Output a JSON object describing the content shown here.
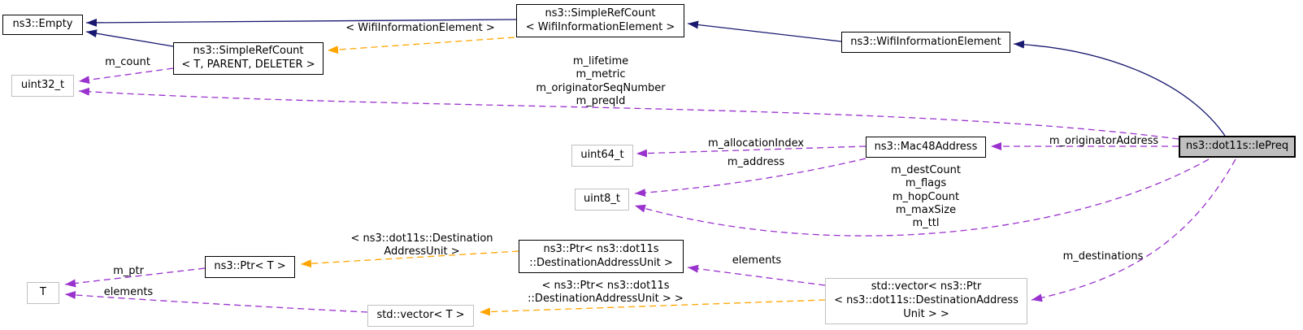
{
  "diagram": {
    "kind": "doxygen-collaboration-graph",
    "focus_node": "ns3::dot11s::IePreq"
  },
  "colors": {
    "inheritance_edge": "#191970",
    "member_edge": "#9a32cd",
    "template_edge": "#ffa500",
    "class_node_border": "#000000",
    "external_node_border": "#c0c0c0",
    "focus_node_fill": "#bfbfbf",
    "background": "#ffffff"
  },
  "nodes": {
    "empty": {
      "label": "ns3::Empty"
    },
    "uint32": {
      "label": "uint32_t"
    },
    "simpleRefCountT": {
      "label": "ns3::SimpleRefCount\n< T, PARENT, DELETER >"
    },
    "simpleRefCountWifi": {
      "label": "ns3::SimpleRefCount\n< WifiInformationElement >"
    },
    "wifiInformationElement": {
      "label": "ns3::WifiInformationElement"
    },
    "iePreq": {
      "label": "ns3::dot11s::IePreq"
    },
    "uint64": {
      "label": "uint64_t"
    },
    "uint8": {
      "label": "uint8_t"
    },
    "mac48Address": {
      "label": "ns3::Mac48Address"
    },
    "ptrT": {
      "label": "ns3::Ptr< T >"
    },
    "ptrDestinationAddressUnit": {
      "label": "ns3::Ptr< ns3::dot11s\n::DestinationAddressUnit >"
    },
    "t": {
      "label": "T"
    },
    "vectorT": {
      "label": "std::vector< T >"
    },
    "vectorPtrDAU": {
      "label": "std::vector< ns3::Ptr\n< ns3::dot11s::DestinationAddress\nUnit > >"
    }
  },
  "edge_labels": {
    "template_wifi": "< WifiInformationElement >",
    "m_count": "m_count",
    "uint32_members": "m_lifetime\nm_metric\nm_originatorSeqNumber\nm_preqId",
    "m_allocationIndex": "m_allocationIndex",
    "m_address": "m_address",
    "m_originatorAddress": "m_originatorAddress",
    "uint8_members": "m_destCount\nm_flags\nm_hopCount\nm_maxSize\nm_ttl",
    "template_dau": "< ns3::dot11s::Destination\nAddressUnit >",
    "m_ptr": "m_ptr",
    "elements_left": "elements",
    "elements_right": "elements",
    "template_vector": "< ns3::Ptr< ns3::dot11s\n::DestinationAddressUnit > >",
    "m_destinations": "m_destinations"
  }
}
